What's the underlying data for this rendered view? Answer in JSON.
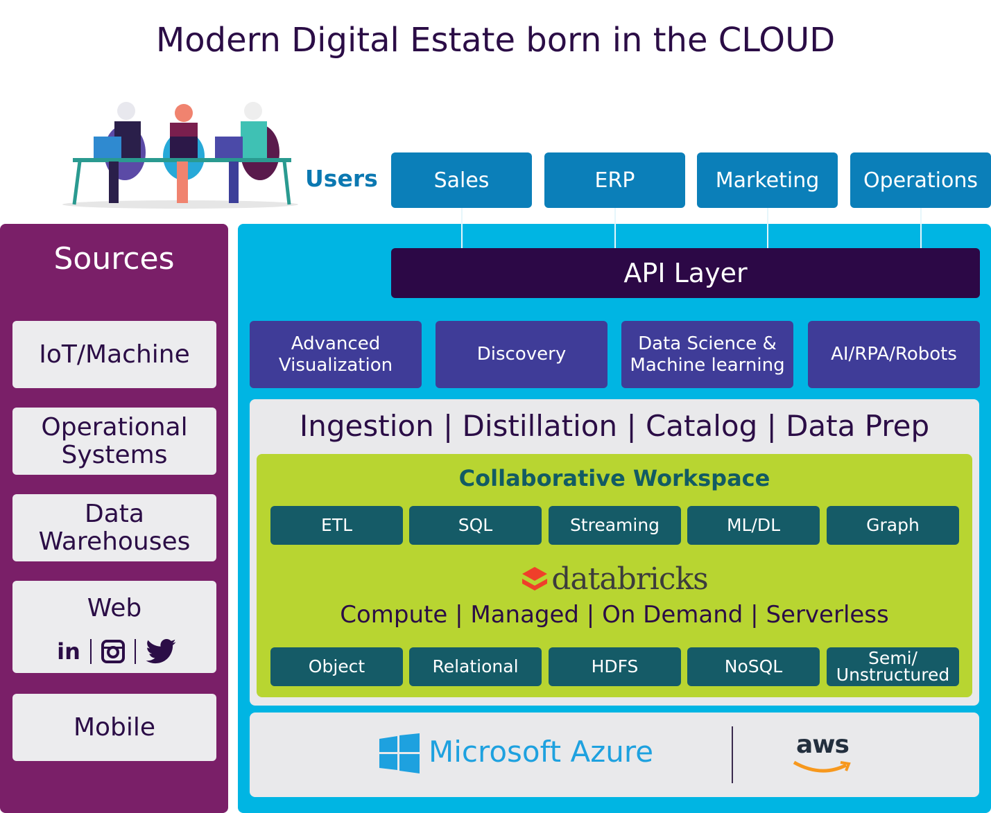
{
  "title": "Modern Digital Estate born in the CLOUD",
  "users": {
    "label": "Users",
    "boxes": [
      "Sales",
      "ERP",
      "Marketing",
      "Operations"
    ]
  },
  "sources": {
    "title": "Sources",
    "items": [
      "IoT/Machine",
      "Operational Systems",
      "Data Warehouses",
      "Web",
      "Mobile"
    ],
    "web_icons": {
      "linkedin": "in"
    }
  },
  "api_layer": "API Layer",
  "consumers": [
    "Advanced Visualization",
    "Discovery",
    "Data Science & Machine learning",
    "AI/RPA/Robots"
  ],
  "ingestion": "Ingestion | Distillation | Catalog | Data Prep",
  "workspace": {
    "title": "Collaborative Workspace",
    "tools": [
      "ETL",
      "SQL",
      "Streaming",
      "ML/DL",
      "Graph"
    ]
  },
  "databricks": {
    "logo": "databricks",
    "compute": "Compute | Managed | On Demand | Serverless"
  },
  "storage": [
    "Object",
    "Relational",
    "HDFS",
    "NoSQL",
    "Semi/ Unstructured"
  ],
  "clouds": {
    "azure": "Microsoft Azure",
    "aws": "aws"
  },
  "colors": {
    "sources": "#7a1f68",
    "platform": "#00b5e3",
    "api": "#2c0846",
    "consumer": "#3f3c98",
    "workspace": "#b8d531",
    "tool": "#155b67",
    "users": "#0b7fb9"
  }
}
